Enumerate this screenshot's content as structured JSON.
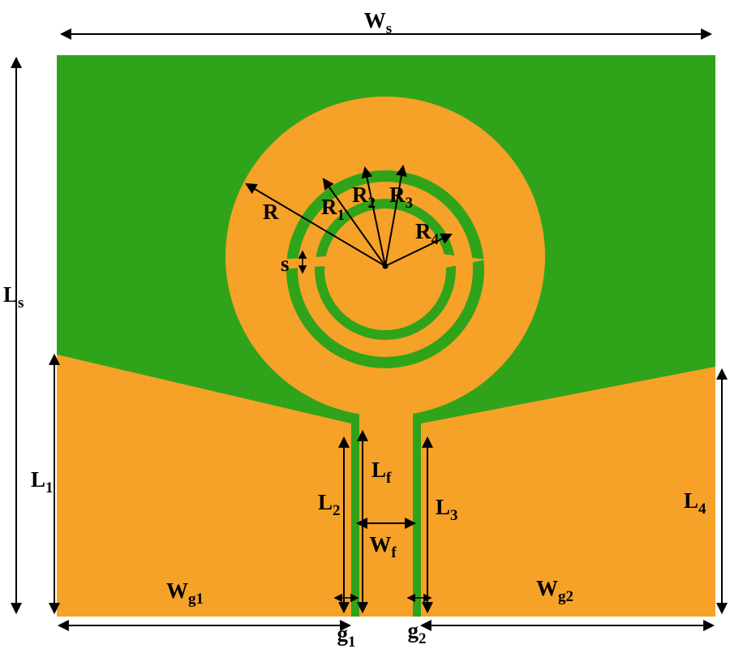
{
  "figure": {
    "colors": {
      "background": "#ffffff",
      "substrate_green": "#2fa41a",
      "copper_orange": "#f6a128",
      "line_black": "#000000"
    }
  },
  "labels": {
    "ws": {
      "main": "W",
      "sub": "s"
    },
    "ls": {
      "main": "L",
      "sub": "s"
    },
    "l1": {
      "main": "L",
      "sub": "1"
    },
    "l2": {
      "main": "L",
      "sub": "2"
    },
    "lf": {
      "main": "L",
      "sub": "f"
    },
    "l3": {
      "main": "L",
      "sub": "3"
    },
    "l4": {
      "main": "L",
      "sub": "4"
    },
    "wf": {
      "main": "W",
      "sub": "f"
    },
    "wg1": {
      "main": "W",
      "sub": "g1"
    },
    "wg2": {
      "main": "W",
      "sub": "g2"
    },
    "g1": {
      "main": "g",
      "sub": "1"
    },
    "g2": {
      "main": "g",
      "sub": "2"
    },
    "r": {
      "main": "R",
      "sub": ""
    },
    "r1": {
      "main": "R",
      "sub": "1"
    },
    "r2": {
      "main": "R",
      "sub": "2"
    },
    "r3": {
      "main": "R",
      "sub": "3"
    },
    "r4": {
      "main": "R",
      "sub": "4"
    },
    "s": {
      "main": "s",
      "sub": ""
    }
  }
}
